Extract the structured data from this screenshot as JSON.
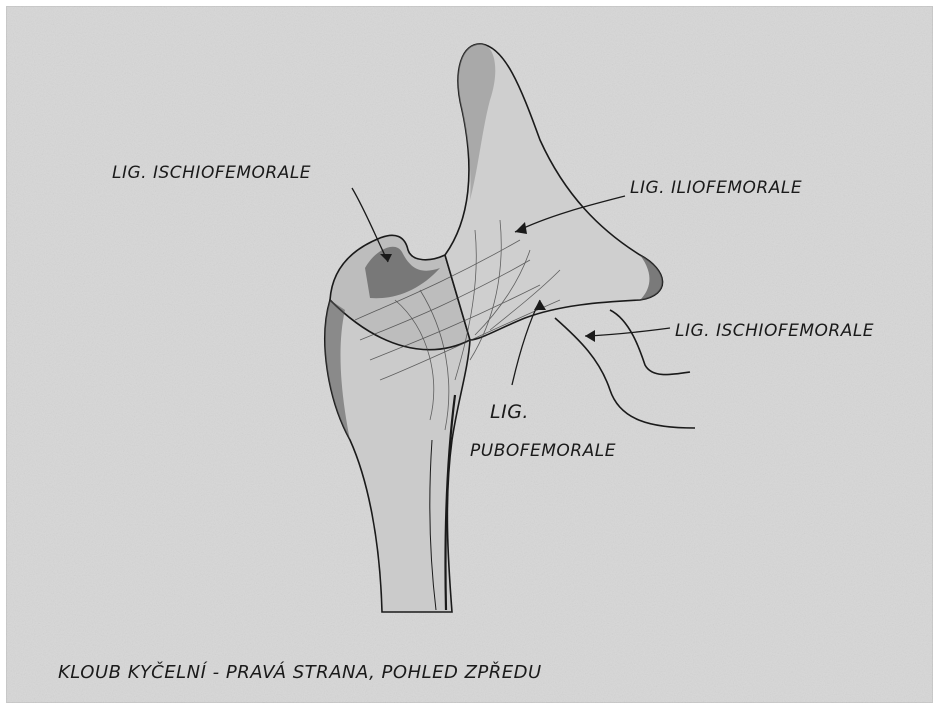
{
  "labels": {
    "ischiofemorale_top": "LIG. ISCHIOFEMORALE",
    "iliofemorale": "LIG. ILIOFEMORALE",
    "ischiofemorale_right": "LIG. ISCHIOFEMORALE",
    "pubofemorale_line1": "LIG.",
    "pubofemorale_line2": "PUBOFEMORALE"
  },
  "caption": "KLOUB KYČELNÍ - PRAVÁ STRANA, POHLED ZPŘEDU",
  "colors": {
    "paper": "#d7d7d7",
    "ink": "#1a1a1a",
    "bone_fill": "#cbcbcb",
    "shade": "#6f6f6f"
  }
}
